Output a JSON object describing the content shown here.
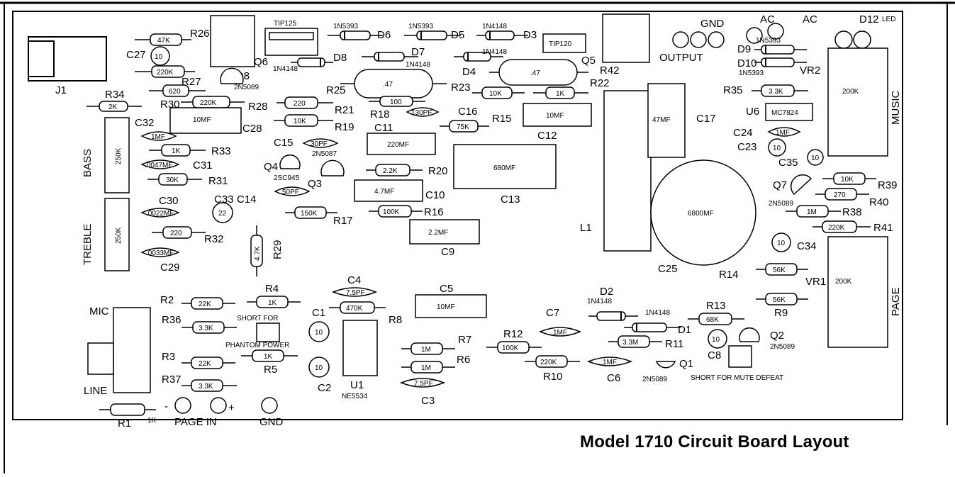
{
  "title": "Model 1710 Circuit Board Layout",
  "components": {
    "J1": "J1",
    "R34": "R34",
    "R26": "R26",
    "R27": "R27",
    "R30": "R30",
    "R28": "R28",
    "Q8": "Q8",
    "Q8_part": "2N5089",
    "Q6": "Q6",
    "C27": "C27",
    "C27_val": "10",
    "R26_val": "47K",
    "R27_val": "220K",
    "R30_val": "620",
    "R28_val": "220K",
    "R34_val": "2K",
    "C32": "C32",
    "C28": "C28",
    "C28_val": "10MF",
    "C32_val": "1MF",
    "R33": "R33",
    "R33_val": "1K",
    "C31": "C31",
    "C31_val": ".0047MF",
    "R31": "R31",
    "R31_val": "30K",
    "BASS": "BASS",
    "BASS_val": "250K",
    "TREBLE": "TREBLE",
    "TREBLE_val": "250K",
    "C30": "C30",
    "C30_val": ".0022MF",
    "C33": "C33",
    "C33_val": "22",
    "R32": "R32",
    "R32_val": "220",
    "C29": "C29",
    "C29_val": ".0033MF",
    "R29": "R29",
    "R29_val": "4.7K",
    "TIP125": "TIP125",
    "D6": "D6",
    "D6_val": "1N5393",
    "D5": "D5",
    "D5_val": "1N5393",
    "D3": "D3",
    "D3_val": "1N4148",
    "D8": "D8",
    "D8_val": "1N4148",
    "D7": "D7",
    "D7_val": "1N4148",
    "D4": "D4",
    "D4_val": "1N4148",
    "TIP120": "TIP120",
    "Q5": "Q5",
    "R25": "R25",
    "R25_val": ".47",
    "R42": "R42",
    "R42_val": ".47",
    "R23": "R23",
    "R23_val": "10K",
    "R22": "R22",
    "R22_val": "1K",
    "R21": "R21",
    "R21_val": "220",
    "R19": "R19",
    "R19_val": "10K",
    "R18": "R18",
    "R18_val": "100",
    "C16": "C16",
    "C16_val": "130PF",
    "R15": "R15",
    "R15_val": "75K",
    "C11": "C11",
    "C11_val": "220MF",
    "C12": "C12",
    "C12_val": "10MF",
    "C15": "C15",
    "C15_val": "30PF",
    "Q4": "Q4",
    "Q4_part": "2N5087",
    "Q3": "Q3",
    "Q3_part": "2SC945",
    "C14": "C14",
    "C14_val": "50PF",
    "R20": "R20",
    "R20_val": "2.2K",
    "C10": "C10",
    "C10_val": "4.7MF",
    "C13": "C13",
    "C13_val": "680MF",
    "R16": "R16",
    "R16_val": "100K",
    "R17": "R17",
    "R17_val": "150K",
    "C9": "C9",
    "C9_val": "2.2MF",
    "OUTPUT": "OUTPUT",
    "GND_top": "GND",
    "AC1": "AC",
    "AC2": "AC",
    "D12": "D12",
    "LED": "LED",
    "D9": "D9",
    "D9_val": "1N5393",
    "D10": "D10",
    "D10_val": "1N5393",
    "VR2": "VR2",
    "MUSIC": "MUSIC",
    "MUSIC_val": "200K",
    "C17": "C17",
    "C17_val": "47MF",
    "R35": "R35",
    "R35_val": "3.3K",
    "U6": "U6",
    "U6_val": "MC7824",
    "C24": "C24",
    "C24_val": "1MF",
    "C23": "C23",
    "C23_val": "10",
    "C35": "C35",
    "C35_val": "10",
    "C25": "C25",
    "C25_val": "6800MF",
    "L1": "L1",
    "Q7": "Q7",
    "Q7_part": "2N5089",
    "R39": "R39",
    "R39_val": "10K",
    "R40": "R40",
    "R40_val": "270",
    "R38": "R38",
    "R38_val": "1M",
    "R41": "R41",
    "R41_val": "220K",
    "C34": "C34",
    "C34_val": "10",
    "R14": "R14",
    "R14_val": "56K",
    "VR1": "VR1",
    "PAGE": "PAGE",
    "PAGE_val": "200K",
    "R9": "R9",
    "R9_val": "56K",
    "R13": "R13",
    "R13_val": "68K",
    "D2": "D2",
    "D2_val": "1N4148",
    "D1": "D1",
    "D1_val": "1N4148",
    "R11": "R11",
    "R11_val": "3.3M",
    "C8": "C8",
    "C8_val": "10",
    "Q2": "Q2",
    "Q2_part": "2N5089",
    "Q1": "Q1",
    "Q1_part": "2N5089",
    "mute_note": "SHORT FOR MUTE DEFEAT",
    "C7": "C7",
    "C7_val": "1MF",
    "R12": "R12",
    "R12_val": "100K",
    "R10": "R10",
    "R10_val": "220K",
    "C6": "C6",
    "C6_val": "1MF",
    "R7": "R7",
    "R7_val": "1M",
    "R6": "R6",
    "R6_val": "1M",
    "C3": "C3",
    "C3_val": "7.5PF",
    "U1": "U1",
    "U1_part": "NE5534",
    "C4": "C4",
    "C4_val": "7.5PF",
    "R8": "R8",
    "R8_val": "470K",
    "C5": "C5",
    "C5_val": "10MF",
    "C1": "C1",
    "C1_val": "10",
    "C2": "C2",
    "C2_val": "10",
    "MIC": "MIC",
    "LINE": "LINE",
    "R2": "R2",
    "R2_val": "22K",
    "R36": "R36",
    "R36_val": "3.3K",
    "R4": "R4",
    "R4_val": "1K",
    "phantom1": "SHORT FOR",
    "phantom2": "PHANTOM POWER",
    "R3": "R3",
    "R3_val": "22K",
    "R5": "R5",
    "R5_val": "1K",
    "R37": "R37",
    "R37_val": "3.3K",
    "R1": "R1",
    "R1_val": "1K",
    "minus": "-",
    "plus": "+",
    "PAGE_IN": "PAGE IN",
    "GND_bottom": "GND"
  }
}
